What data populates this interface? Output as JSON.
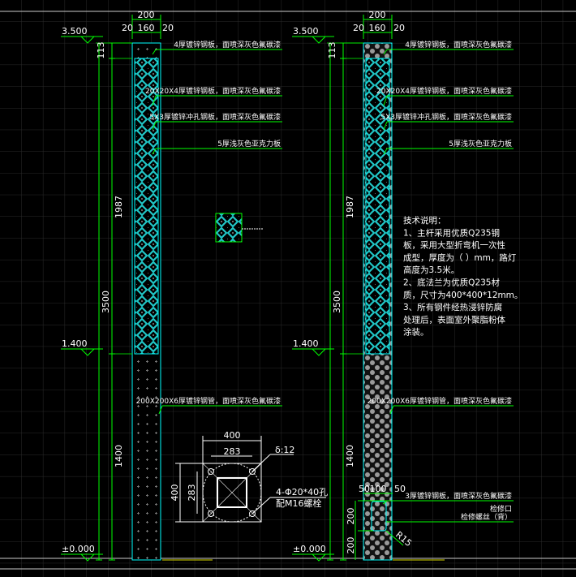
{
  "levels": {
    "top": "3.500",
    "mid": "1.400",
    "ground": "±0.000"
  },
  "dims": {
    "total_width": "200",
    "inner_width": "160",
    "side": "20",
    "top_cap": "113",
    "lattice_height": "1987",
    "total_height": "3500",
    "base_height": "1400"
  },
  "annotations": {
    "cap_plate": "4厚镀锌钢板，面喷深灰色氟碳漆",
    "lattice_bar": "20X20X4厚镀锌钢板，面喷深灰色氟碳漆",
    "perforated_plate": "5X3厚镀锌冲孔钢板，面喷深灰色氟碳漆",
    "acrylic": "5厚浅灰色亚克力板",
    "steel_tube": "200X200X6厚镀锌钢管，面喷深灰色氟碳漆"
  },
  "flange": {
    "outer": "400",
    "bolt_spacing": "283",
    "thickness": "δ:12",
    "holes": "4-Φ20*40孔",
    "bolts": "配M16螺栓"
  },
  "access_panel": {
    "side": "50",
    "width": "100",
    "h1": "200",
    "h2": "200",
    "radius": "R15",
    "plate": "3厚镀锌钢板，面喷深灰色氟碳漆",
    "opening": "检修口",
    "screw": "检修螺丝（背）"
  },
  "tech_notes": [
    "技术说明：",
    "1、主杆采用优质Q235钢",
    "板，采用大型折弯机一次性",
    "成型，厚度为（ ）mm，路灯",
    "高度为3.5米。",
    "2、底法兰为优质Q235材",
    "质，尺寸为400*400*12mm。",
    "3、所有钢件经热浸锌防腐",
    "处理后，表面室外聚脂粉体",
    "涂装。"
  ],
  "colors": {
    "background": "#000000",
    "dimension": "#00ff00",
    "outline": "#00ffff",
    "grid": "#2a2a2a",
    "ground": "#e0e000"
  }
}
